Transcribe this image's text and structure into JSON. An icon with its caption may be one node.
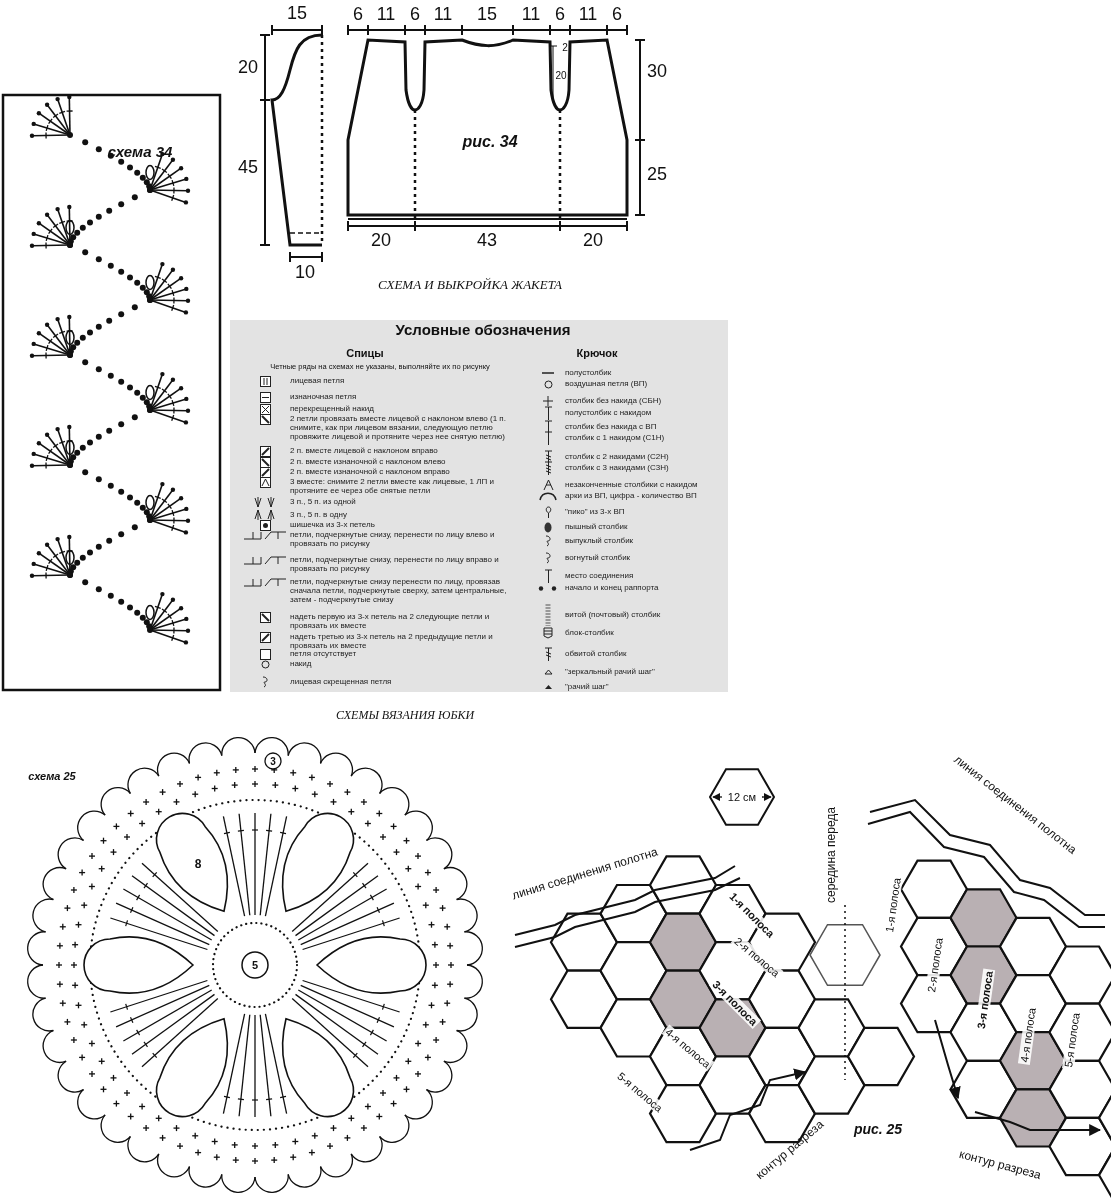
{
  "diagram": {
    "labels": [
      "15",
      "6",
      "11",
      "6",
      "11",
      "15",
      "11",
      "6",
      "11",
      "6",
      "20",
      "2",
      "20",
      "30",
      "схема 34",
      "рис. 34",
      "45",
      "25",
      "20",
      "43",
      "20",
      "10",
      "СХЕМА И ВЫКРОЙКА ЖАКЕТА",
      "Условные обозначения",
      "Спицы",
      "Крючок",
      "Четные ряды на схемах не указаны, выполняйте их по рисунку",
      "СХЕМЫ ВЯЗАНИЯ ЮБКИ",
      "схема 25",
      "3",
      "12 см",
      "середина переда",
      "линия соединения полотна",
      "8",
      "линия соединения полотна",
      "1-я полоса",
      "1-я полоса",
      "2-я полоса",
      "2-я полоса",
      "5",
      "3-я полоса",
      "3-я полоса",
      "4-я полоса",
      "4-я полоса",
      "5-я полоса",
      "5-я полоса",
      "контур разреза",
      "рис. 25",
      "контур разреза"
    ],
    "legend": [
      {
        "text": "лицевая петля"
      },
      {
        "text": "изнаночная петля"
      },
      {
        "text": "перекрещенный накид"
      },
      {
        "text": "2 петли провязать вместе лицевой с наклоном влево (1 п. снимите, как при лицевом вязании, следующую петлю провяжите лицевой и протяните через нее снятую петлю)"
      },
      {
        "text": "2 п. вместе лицевой с наклоном вправо"
      },
      {
        "text": "2 п. вместе изнаночной с наклоном влево"
      },
      {
        "text": "2 п. вместе изнаночной с наклоном вправо"
      },
      {
        "text": "3 вместе: снимите 2 петли вместе как лицевые, 1 ЛП и протяните ее через обе снятые петли"
      },
      {
        "text": "3 п., 5 п. из одной"
      },
      {
        "text": "3 п., 5 п. в одну"
      },
      {
        "text": "шишечка из 3-х петель"
      },
      {
        "text": "петли, подчеркнутые снизу, перенести по лицу влево и провязать по рисунку"
      },
      {
        "text": "петли, подчеркнутые снизу, перенести по лицу вправо и провязать по рисунку"
      },
      {
        "text": "петли, подчеркнутые снизу перенести по лицу, провязав сначала петли, подчеркнутые сверху, затем центральные, затем - подчеркнутые снизу"
      },
      {
        "text": "надеть первую из 3-х петель на 2 следующие петли и провязать их вместе"
      },
      {
        "text": "надеть третью из 3-х петель на 2 предыдущие петли и провязать их вместе"
      },
      {
        "text": "петля отсутствует"
      },
      {
        "text": "накид"
      },
      {
        "text": "лицевая скрещенная петля"
      },
      {
        "text": "полустолбик"
      },
      {
        "text": "воздушная петля (ВП)"
      },
      {
        "text": "столбик без накида (СБН)"
      },
      {
        "text": "полустолбик с накидом"
      },
      {
        "text": "столбик без накида с ВП"
      },
      {
        "text": "столбик с 1 накидом (С1Н)"
      },
      {
        "text": "столбик с 2 накидами (С2Н)"
      },
      {
        "text": "столбик с 3 накидами (С3Н)"
      },
      {
        "text": "незаконченные столбики с накидом"
      },
      {
        "text": "арки из ВП, цифра - количество ВП"
      },
      {
        "text": "\"пико\" из 3-х ВП"
      },
      {
        "text": "пышный столбик"
      },
      {
        "text": "выпуклый столбик"
      },
      {
        "text": "вогнутый столбик"
      },
      {
        "text": "место соединения"
      },
      {
        "text": "начало и конец раппорта"
      },
      {
        "text": "витой (почтовый) столбик"
      },
      {
        "text": "блок-столбик"
      },
      {
        "text": "обвитой столбик"
      },
      {
        "text": "\"зеркальный рачий шаг\""
      },
      {
        "text": "\"рачий шаг\""
      }
    ]
  }
}
